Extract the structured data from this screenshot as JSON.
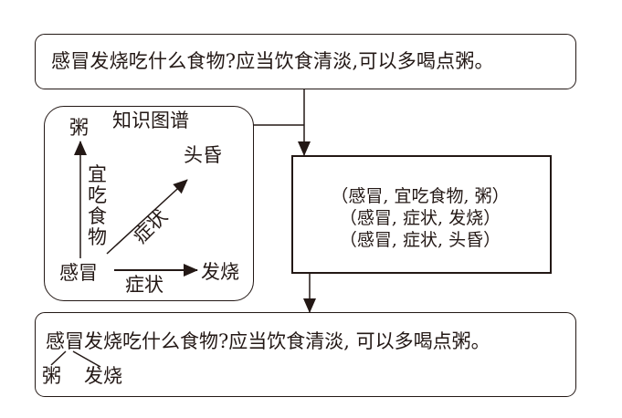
{
  "query_top": "感冒发烧吃什么食物?应当饮食清淡,可以多喝点粥。",
  "knowledge_graph": {
    "title": "知识图谱",
    "nodes": {
      "center": "感冒",
      "food": "粥",
      "symptom1": "头昏",
      "symptom2": "发烧"
    },
    "edges": {
      "food_relation": "宜吃食物",
      "diag_relation": "症状",
      "horiz_relation": "症状"
    }
  },
  "triples": [
    "（感冒, 宜吃食物, 粥）",
    "（感冒, 症状, 发烧）",
    "（感冒, 症状, 头昏）"
  ],
  "query_bottom": "感冒发烧吃什么食物?应当饮食清淡, 可以多喝点粥。",
  "annotations": {
    "left": "粥",
    "right": "发烧"
  }
}
